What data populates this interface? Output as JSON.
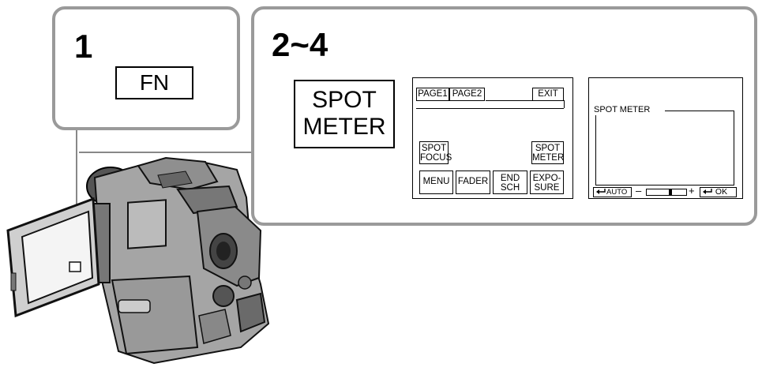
{
  "step1": {
    "number": "1",
    "button_label": "FN"
  },
  "step2": {
    "number": "2~4",
    "spot_meter_line1": "SPOT",
    "spot_meter_line2": "METER",
    "screen1": {
      "tab1": "PAGE1",
      "tab2": "PAGE2",
      "exit": "EXIT",
      "spot_focus_line1": "SPOT",
      "spot_focus_line2": "FOCUS",
      "spot_meter_line1": "SPOT",
      "spot_meter_line2": "METER",
      "menu": "MENU",
      "fader": "FADER",
      "end_line1": "END",
      "end_line2": "SCH",
      "expo_line1": "EXPO-",
      "expo_line2": "SURE"
    },
    "screen2": {
      "title": "SPOT  METER",
      "auto_label": "AUTO",
      "minus": "–",
      "plus": "+",
      "ok_label": "OK",
      "slider_level": 0.6
    }
  },
  "colors": {
    "panel_border": "#9a9a9a",
    "camera_body": "#9a9a9a",
    "camera_dark": "#4a4a4a"
  },
  "icons": [
    "return-arrow-icon",
    "camcorder-illustration"
  ]
}
